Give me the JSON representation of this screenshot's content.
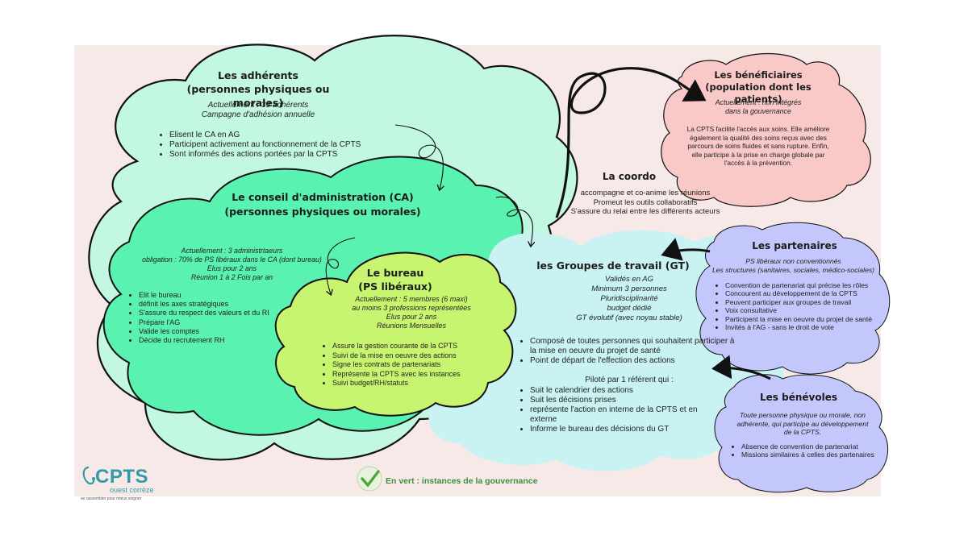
{
  "colors": {
    "background_panel": "#f7e9e7",
    "adherents_cloud": "#c2f7e1",
    "ca_cloud": "#5af2b1",
    "bureau_cloud": "#c8f56f",
    "gt_cloud": "#c9f2f3",
    "beneficiaires_cloud": "#f9c9c7",
    "partenaires_cloud": "#c4c7fb",
    "benevoles_cloud": "#c4c7fb",
    "logo_teal": "#2f9ba8",
    "legend_green": "#3e8f3e"
  },
  "adherents": {
    "title_line1": "Les adhérents",
    "title_line2": "(personnes physiques ou morales)",
    "info_line1": "Actuellement : 39 adhérents",
    "info_line2": "Campagne d'adhésion annuelle",
    "items": [
      "Elisent le CA en AG",
      "Participent activement au fonctionnement de la CPTS",
      "Sont informés des actions portées par la CPTS"
    ]
  },
  "ca": {
    "title_line1": "Le conseil d'administration (CA)",
    "title_line2": "(personnes physiques ou morales)",
    "info_line1": "Actuellement : 3 administrtaeurs",
    "info_line2": "obligation : 70% de PS libéraux dans le CA (dont bureau)",
    "info_line3": "Elus pour 2 ans",
    "info_line4": "Réunion 1 à 2 Fois par an",
    "items": [
      "Elit le bureau",
      "définit les axes stratégiques",
      "S'assure du respect des valeurs et du RI",
      "Prépare l'AG",
      "Valide les comptes",
      "Décide du recrutement RH"
    ]
  },
  "bureau": {
    "title_line1": "Le bureau",
    "title_line2": "(PS libéraux)",
    "info_line1": "Actuellement : 5 membres (6 maxi)",
    "info_line2": "au moins 3 professions représentées",
    "info_line3": "Elus pour 2 ans",
    "info_line4": "Réunions Mensuelles",
    "items": [
      "Assure la gestion courante de la CPTS",
      "Suivi de la mise en oeuvre des actions",
      "Signe les contrats de partenariats",
      "Représente la CPTS avec les instances",
      "Suivi budget/RH/statuts"
    ]
  },
  "coordo": {
    "title": "La coordo",
    "line1": "accompagne et co-anime les réunions",
    "line2": "Promeut les outils collaboratifs",
    "line3": "S'assure du relai entre les différents acteurs"
  },
  "gt": {
    "title": "les Groupes de travail (GT)",
    "info_line1": "Validés en AG",
    "info_line2": "Minimum 3 personnes",
    "info_line3": "Pluridisciplinarité",
    "info_line4": "budget dédié",
    "info_line5": "GT évolutif (avec noyau stable)",
    "items": [
      "Composé de toutes personnes qui souhaitent participer à la mise en oeuvre du projet de santé",
      "Point de départ de l'effection des actions"
    ],
    "pilot_intro": "Piloté par 1 référent qui :",
    "pilot_items": [
      "Suit le calendrier des actions",
      "Suit les décisions prises",
      "représente l'action en interne de la CPTS et en externe",
      "Informe le bureau des décisions du GT"
    ]
  },
  "beneficiaires": {
    "title_line1": "Les bénéficiaires",
    "title_line2": "(population dont les patients)",
    "info_line1": "Actuellement : non intégrés",
    "info_line2": "dans la gouvernance",
    "description": "La CPTS facilite l'accès aux soins. Elle améliore également la qualité des soins reçus avec des parcours de soins fluides et sans rupture. Enfin, elle participe à la prise en charge globale par l'accès à la prévention."
  },
  "partenaires": {
    "title": "Les partenaires",
    "info_line1": "PS libéraux non conventionnés",
    "info_line2": "Les structures (sanitaires, sociales, médico-sociales)",
    "items": [
      "Convention de partenariat qui précise les rôles",
      "Concourent au développement de la CPTS",
      "Peuvent participer aux groupes de travail",
      "Voix consultative",
      "Participent  la mise en oeuvre du projet de santé",
      "Invités à l'AG - sans le droit de vote"
    ]
  },
  "benevoles": {
    "title": "Les bénévoles",
    "info": "Toute personne physique ou morale, non adhérente, qui participe au développement de la CPTS.",
    "items": [
      "Absence de convention de partenariat",
      "Missions similaires à celles des partenaires"
    ]
  },
  "logo": {
    "word": "CPTS",
    "sub": "ouest corrèze",
    "tagline": "se rassembler pour mieux soigner"
  },
  "legend": {
    "text": "En vert : instances de la gouvernance",
    "icon": "green-check-stamp-icon"
  }
}
